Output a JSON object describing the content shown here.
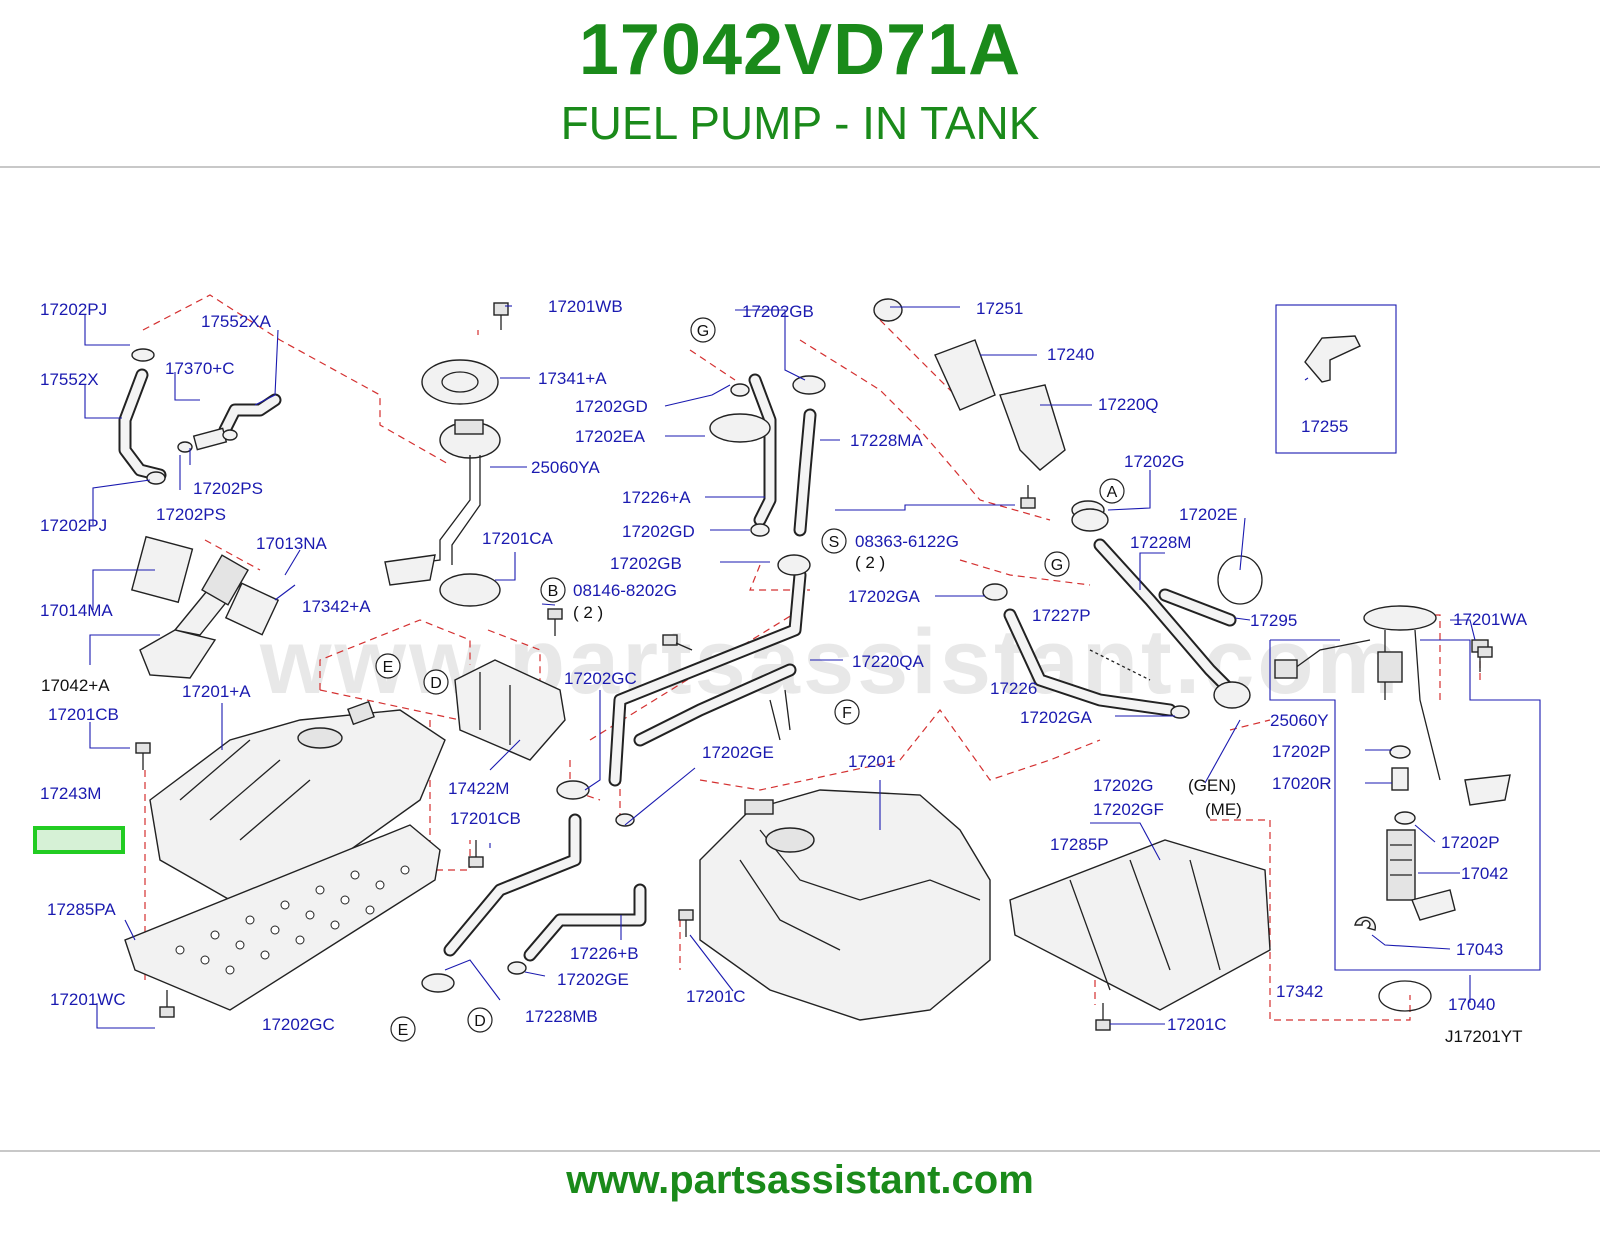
{
  "header": {
    "part_number": "17042VD71A",
    "title": "FUEL PUMP - IN TANK"
  },
  "highlighted_part": "17042+A",
  "watermark": "www.partsassistant.com",
  "footer": {
    "url": "www.partsassistant.com"
  },
  "diagram_code": "J17201YT",
  "labels": {
    "l17202PJ_a": "17202PJ",
    "l17552XA": "17552XA",
    "l17552X": "17552X",
    "l17370C": "17370+C",
    "l17202PS_a": "17202PS",
    "l17202PJ_b": "17202PJ",
    "l17202PS_b": "17202PS",
    "l17013NA": "17013NA",
    "l17014MA": "17014MA",
    "l17342A": "17342+A",
    "l17042A": "17042+A",
    "l17201CB_a": "17201CB",
    "l17201A": "17201+A",
    "l17243M": "17243M",
    "l17285PA": "17285PA",
    "l17201WC": "17201WC",
    "l17202GC_a": "17202GC",
    "l17201WB": "17201WB",
    "l17341A": "17341+A",
    "l25060YA": "25060YA",
    "l17201CA": "17201CA",
    "l08146": "08146-8202G",
    "l2_a": "( 2 )",
    "l17422M": "17422M",
    "l17202GC_b": "17202GC",
    "l17201CB_b": "17201CB",
    "l17202GE_a": "17202GE",
    "l17228MB": "17228MB",
    "l17226B": "17226+B",
    "l17202GE_b": "17202GE",
    "l17202GB_a": "17202GB",
    "l17202GD_a": "17202GD",
    "l17202EA": "17202EA",
    "l17228MA": "17228MA",
    "l17226A": "17226+A",
    "l17202GD_b": "17202GD",
    "l17202GB_b": "17202GB",
    "l08363": "08363-6122G",
    "l2_b": "( 2 )",
    "l17220QA": "17220QA",
    "l17201": "17201",
    "l17201C_a": "17201C",
    "l17251": "17251",
    "l17240": "17240",
    "l17220Q": "17220Q",
    "l17202G_a": "17202G",
    "l17228M": "17228M",
    "l17202GA_a": "17202GA",
    "l17227P": "17227P",
    "l17226": "17226",
    "l17202GA_b": "17202GA",
    "l17202G_b": "17202G",
    "l17202GF": "17202GF",
    "lGEN": "(GEN)",
    "lME": "(ME)",
    "l17285P": "17285P",
    "l17201C_b": "17201C",
    "l17342": "17342",
    "l17255": "17255",
    "l17202E": "17202E",
    "l17295": "17295",
    "l17201WA": "17201WA",
    "l25060Y": "25060Y",
    "l17202P_a": "17202P",
    "l17020R": "17020R",
    "l17202P_b": "17202P",
    "l17042": "17042",
    "l17043": "17043",
    "l17040": "17040"
  },
  "callouts": {
    "G1": "G",
    "A": "A",
    "S": "S",
    "B": "B",
    "G2": "G",
    "E1": "E",
    "D1": "D",
    "F": "F",
    "E2": "E",
    "D2": "D"
  }
}
